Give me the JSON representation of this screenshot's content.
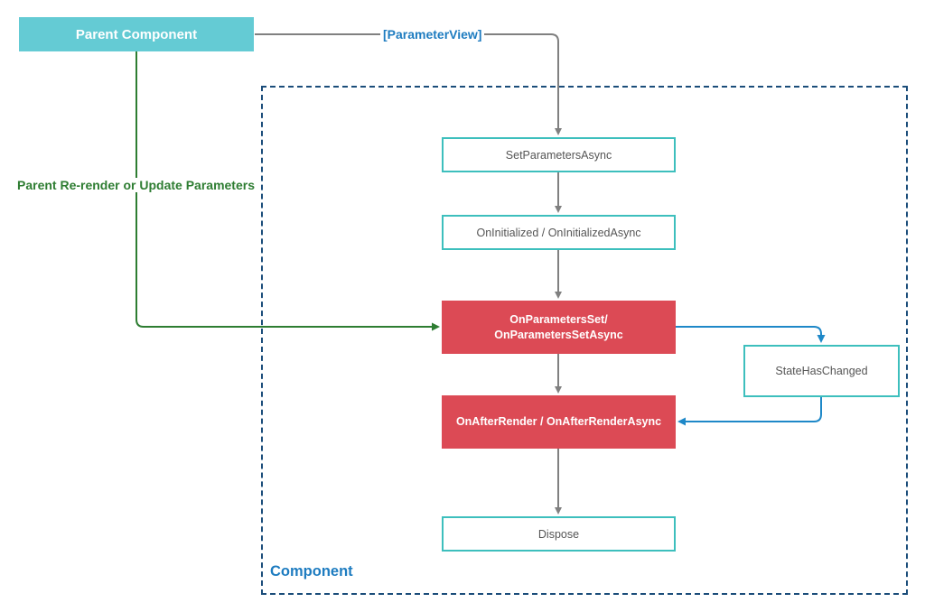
{
  "diagram": {
    "parent": {
      "label": "Parent Component"
    },
    "component": {
      "label": "Component"
    },
    "edges": {
      "parameter_view": "[ParameterView]",
      "rerender": "Parent Re-render or Update Parameters"
    },
    "nodes": {
      "set_parameters": "SetParametersAsync",
      "initialized": "OnInitialized / OnInitializedAsync",
      "parameters_set_line1": "OnParametersSet/",
      "parameters_set_line2": "OnParametersSetAsync",
      "after_render": "OnAfterRender / OnAfterRenderAsync",
      "state_has_changed": "StateHasChanged",
      "dispose": "Dispose"
    },
    "colors": {
      "parent_fill": "#64cbd4",
      "lifecycle_highlight": "#dc4a55",
      "node_border": "#3dbfbd",
      "flow_gray": "#808080",
      "flow_green": "#2e7d32",
      "flow_blue": "#1e88c8",
      "container_border": "#1b4d7a",
      "label_blue": "#1e7cc0"
    }
  }
}
